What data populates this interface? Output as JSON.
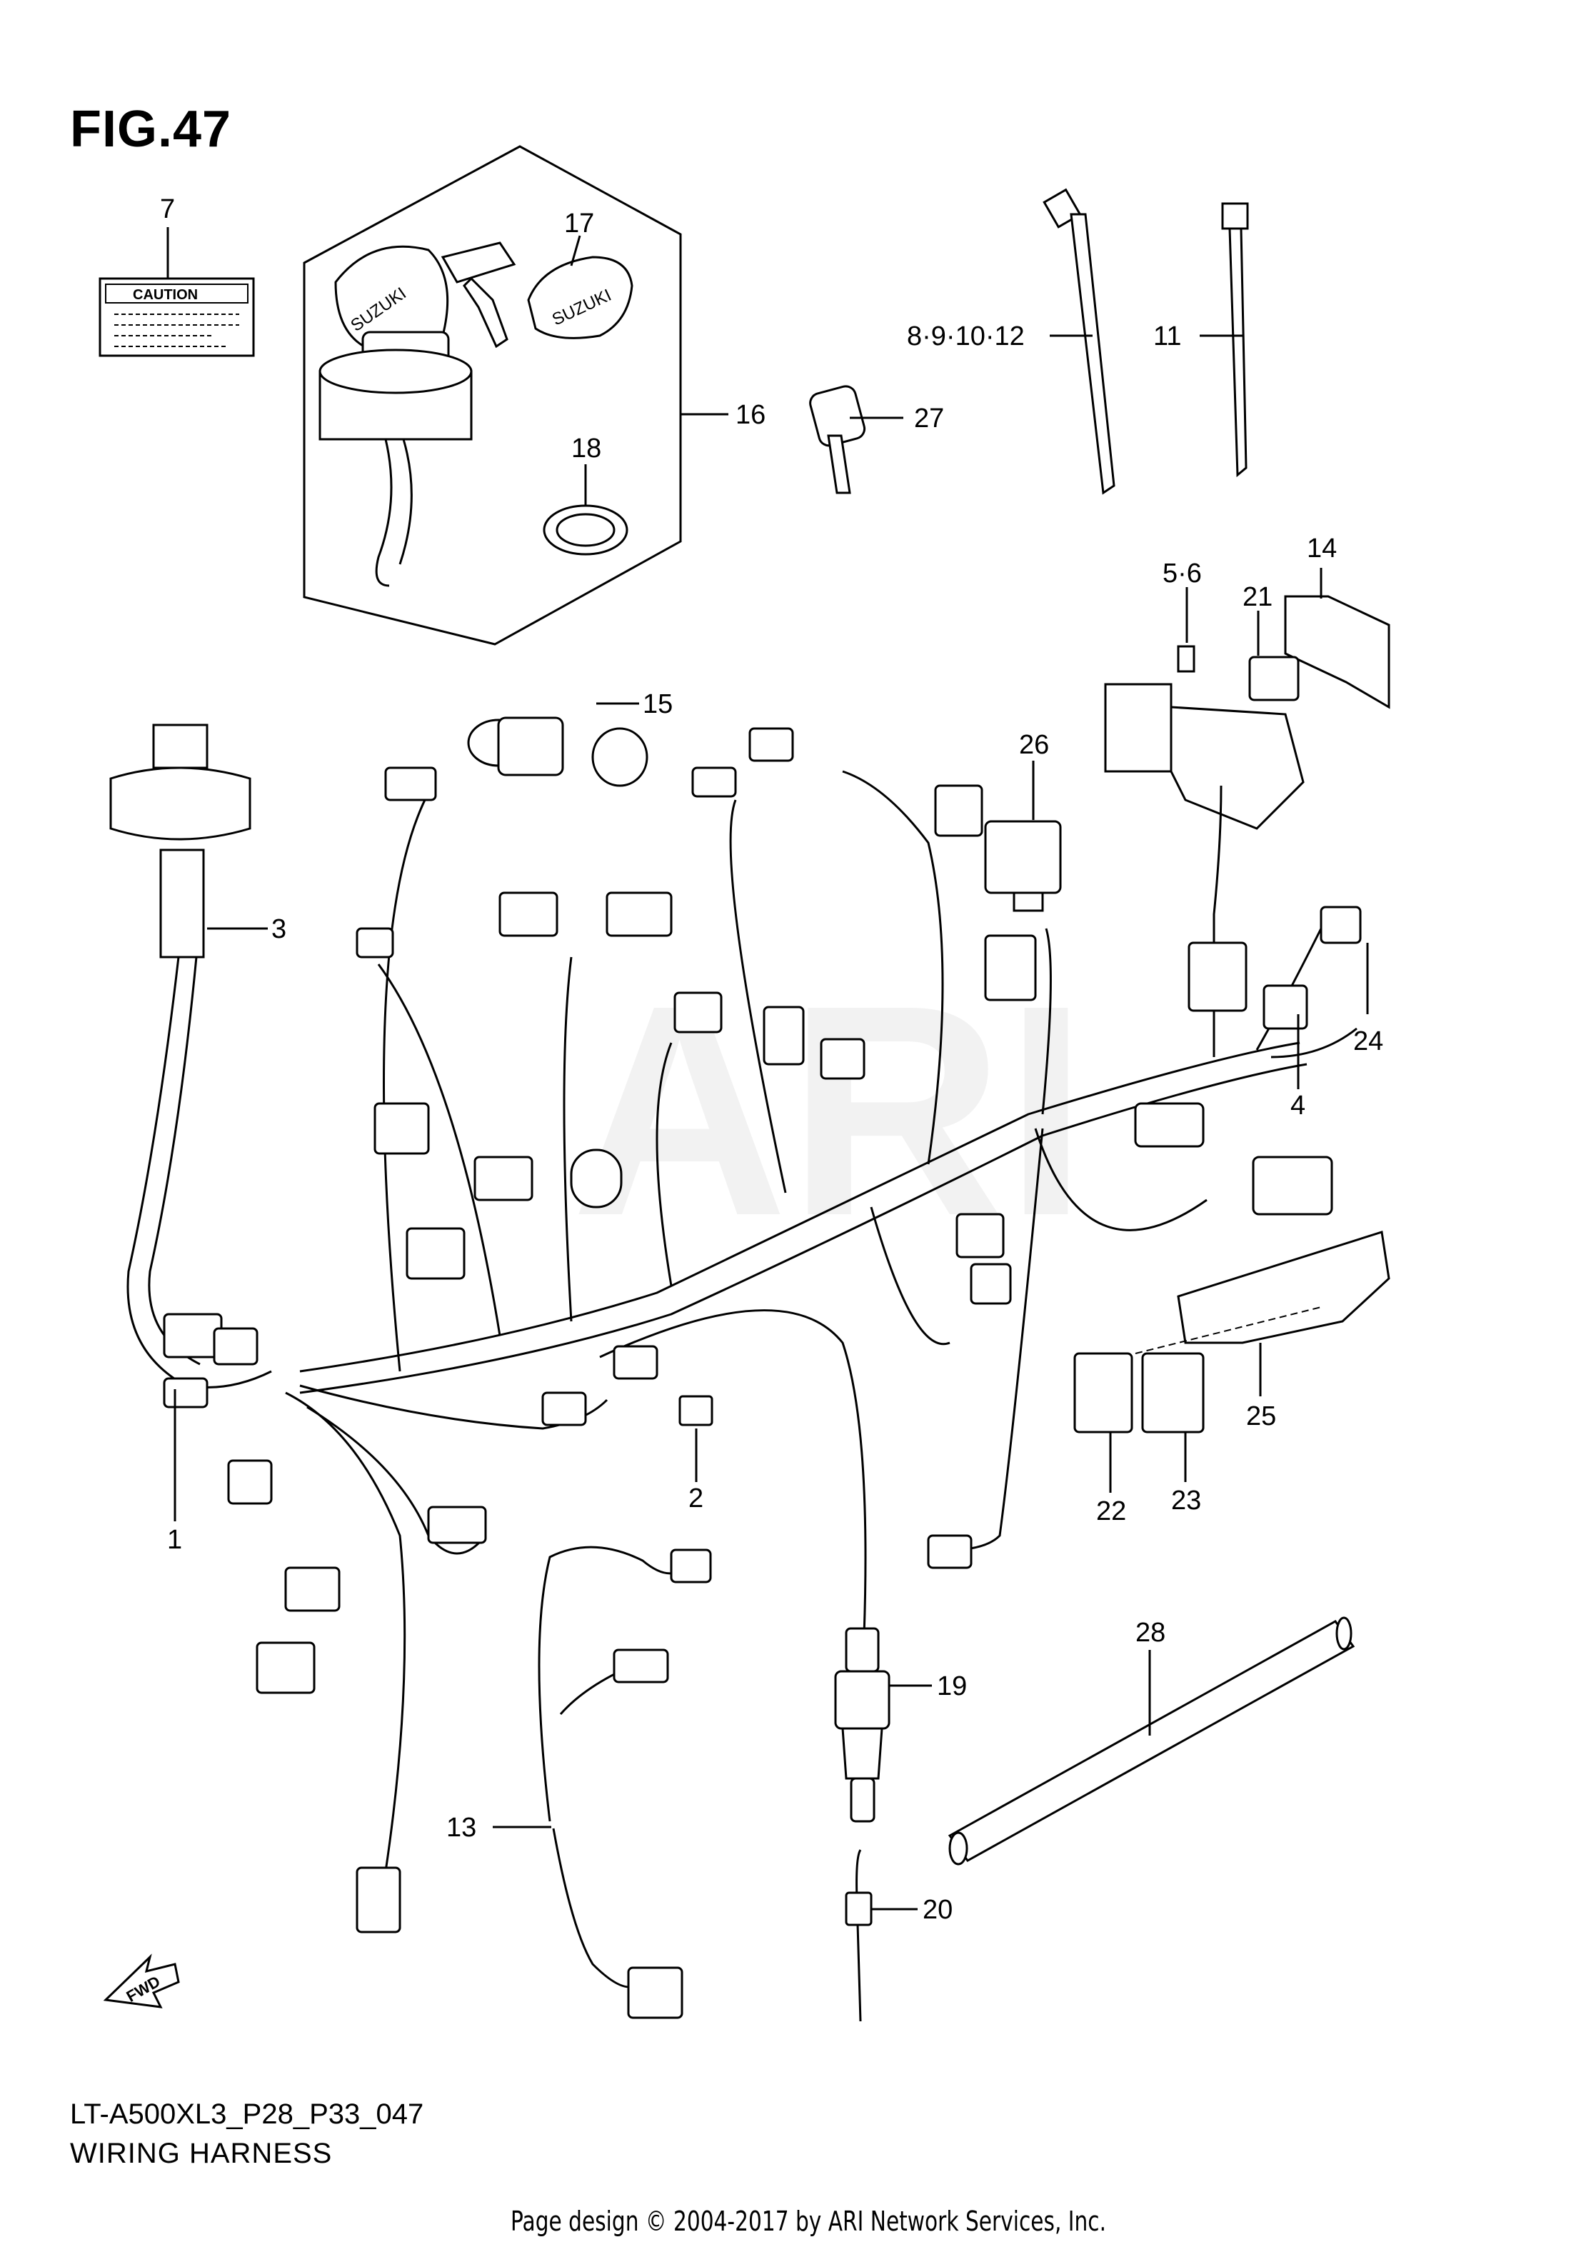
{
  "figure": {
    "title": "FIG.47"
  },
  "caption": {
    "model_code": "LT-A500XL3_P28_P33_047",
    "name": "WIRING HARNESS"
  },
  "footer": {
    "copyright": "Page design © 2004-2017 by ARI Network Services, Inc."
  },
  "watermark": "ARI",
  "caution_label_text": "CAUTION",
  "fwd_arrow_text": "FWD",
  "brand_mark": "SUZUKI",
  "callouts": {
    "c1": "1",
    "c2": "2",
    "c3": "3",
    "c4": "4",
    "c5_6": "5·6",
    "c7": "7",
    "c8_12": "8·9·10·12",
    "c11": "11",
    "c13": "13",
    "c14": "14",
    "c15": "15",
    "c16": "16",
    "c17": "17",
    "c18": "18",
    "c19": "19",
    "c20": "20",
    "c21": "21",
    "c22": "22",
    "c23": "23",
    "c24": "24",
    "c25": "25",
    "c26": "26",
    "c27": "27",
    "c28": "28"
  }
}
